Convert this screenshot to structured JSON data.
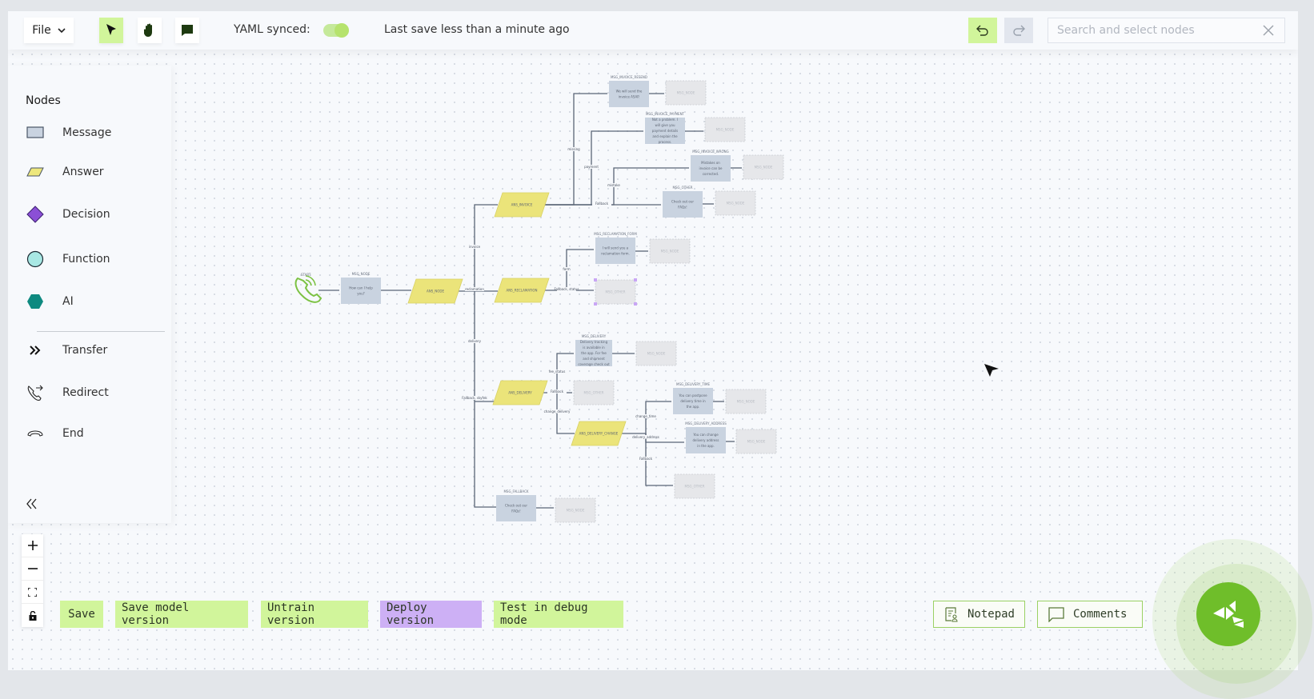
{
  "toolbar": {
    "file_label": "File",
    "tools": [
      {
        "name": "select-tool",
        "icon": "cursor-arrow-icon",
        "active": true
      },
      {
        "name": "pan-tool",
        "icon": "hand-icon",
        "active": false
      },
      {
        "name": "comment-tool",
        "icon": "comment-icon",
        "active": false
      }
    ],
    "yaml_label": "YAML synced:",
    "yaml_synced": true,
    "save_status": "Last save less than a minute ago",
    "undo_icon": "undo-icon",
    "redo_icon": "redo-icon",
    "search_placeholder": "Search and select nodes",
    "search_value": ""
  },
  "sidebar": {
    "title": "Nodes",
    "node_types": [
      {
        "label": "Message",
        "icon": "message-rect-icon",
        "color": "#c9d3e0"
      },
      {
        "label": "Answer",
        "icon": "answer-parallelogram-icon",
        "color": "#ede77c"
      },
      {
        "label": "Decision",
        "icon": "decision-diamond-icon",
        "color": "#8b4fd6"
      },
      {
        "label": "Function",
        "icon": "function-circle-icon",
        "color": "#a8e8e4"
      },
      {
        "label": "AI",
        "icon": "ai-hexagon-icon",
        "color": "#0e8a80"
      }
    ],
    "actions": [
      {
        "label": "Transfer",
        "icon": "transfer-icon"
      },
      {
        "label": "Redirect",
        "icon": "redirect-phone-icon"
      },
      {
        "label": "End",
        "icon": "end-call-icon"
      }
    ],
    "collapse_label": "«"
  },
  "zoom_controls": [
    "+",
    "−",
    "fit",
    "lock"
  ],
  "bottom_actions": [
    {
      "label": "Save",
      "style": "green"
    },
    {
      "label": "Save model version",
      "style": "green"
    },
    {
      "label": "Untrain version",
      "style": "green"
    },
    {
      "label": "Deploy version",
      "style": "purple"
    },
    {
      "label": "Test in debug mode",
      "style": "green"
    }
  ],
  "bottom_right": {
    "notepad_label": "Notepad",
    "comments_label": "Comments"
  },
  "diagram": {
    "start_label": "START",
    "nodes": [
      {
        "id": "n_main_msg",
        "type": "message",
        "title": "MSG_NODE",
        "text": "How can I help you?"
      },
      {
        "id": "n_ans_node",
        "type": "answer",
        "title": "",
        "text": "ANS_NODE"
      },
      {
        "id": "n_ans_invoice",
        "type": "answer",
        "title": "",
        "text": "ANS_INVOICE"
      },
      {
        "id": "n_msg_inv_resend",
        "type": "message",
        "title": "MSG_INVOICE_RESEND",
        "text": "We will send the invoice ASAP."
      },
      {
        "id": "n_msg_inv_payment",
        "type": "message",
        "title": "MSG_INVOICE_PAYMENT",
        "text": "Not a problem. I will give you payment details and explain the process."
      },
      {
        "id": "n_msg_inv_wrong",
        "type": "message",
        "title": "MSG_INVOICE_WRONG",
        "text": "Mistakes on invoice can be corrected."
      },
      {
        "id": "n_msg_other1",
        "type": "message",
        "title": "MSG_OTHER",
        "text": "Check out our FAQs!"
      },
      {
        "id": "n_ans_reclamation",
        "type": "answer",
        "title": "",
        "text": "ANS_RECLAMATION"
      },
      {
        "id": "n_msg_recl_form",
        "type": "message",
        "title": "MSG_RECLAMATION_FORM",
        "text": "I will send you a reclamation form."
      },
      {
        "id": "n_msg_other2",
        "type": "placeholder",
        "title": "",
        "text": "MSG_OTHER"
      },
      {
        "id": "n_ans_delivery",
        "type": "answer",
        "title": "",
        "text": "ANS_DELIVERY"
      },
      {
        "id": "n_msg_delivery",
        "type": "message",
        "title": "MSG_DELIVERY",
        "text": "Delivery tracking is available in the app. For fee and shipment coverage check out FAQs."
      },
      {
        "id": "n_msg_other3",
        "type": "placeholder",
        "title": "",
        "text": "MSG_OTHER"
      },
      {
        "id": "n_ans_delivery_change",
        "type": "answer",
        "title": "",
        "text": "ANS_DELIVERY_CHANGE"
      },
      {
        "id": "n_msg_deliv_time",
        "type": "message",
        "title": "MSG_DELIVERY_TIME",
        "text": "You can postpone delivery time in the app."
      },
      {
        "id": "n_msg_deliv_addr",
        "type": "message",
        "title": "MSG_DELIVERY_ADDRESS",
        "text": "You can change delivery address in the app."
      },
      {
        "id": "n_msg_other4",
        "type": "placeholder",
        "title": "",
        "text": "MSG_OTHER"
      },
      {
        "id": "n_msg_fallback",
        "type": "message",
        "title": "MSG_FALLBACK",
        "text": "Check out our FAQs!"
      },
      {
        "id": "p1",
        "type": "placeholder",
        "title": "",
        "text": "MSG_NODE"
      },
      {
        "id": "p2",
        "type": "placeholder",
        "title": "",
        "text": "MSG_NODE"
      },
      {
        "id": "p3",
        "type": "placeholder",
        "title": "",
        "text": "MSG_NODE"
      },
      {
        "id": "p4",
        "type": "placeholder",
        "title": "",
        "text": "MSG_NODE"
      },
      {
        "id": "p5",
        "type": "placeholder",
        "title": "",
        "text": "MSG_NODE"
      },
      {
        "id": "p6",
        "type": "placeholder",
        "title": "",
        "text": "MSG_NODE"
      },
      {
        "id": "p7",
        "type": "placeholder",
        "title": "",
        "text": "MSG_NODE"
      },
      {
        "id": "p8",
        "type": "placeholder",
        "title": "",
        "text": "MSG_NODE"
      },
      {
        "id": "p9",
        "type": "placeholder",
        "title": "",
        "text": "MSG_NODE"
      }
    ],
    "edge_labels": [
      "missing",
      "payment",
      "mistake",
      "Fallback",
      "invoice",
      "reclamation",
      "form",
      "Fallback, status",
      "delivery",
      "fee_status",
      "Fallback",
      "change_delivery",
      "Fallback, skyfek",
      "change_time",
      "delivery_address",
      "Fallback"
    ]
  }
}
